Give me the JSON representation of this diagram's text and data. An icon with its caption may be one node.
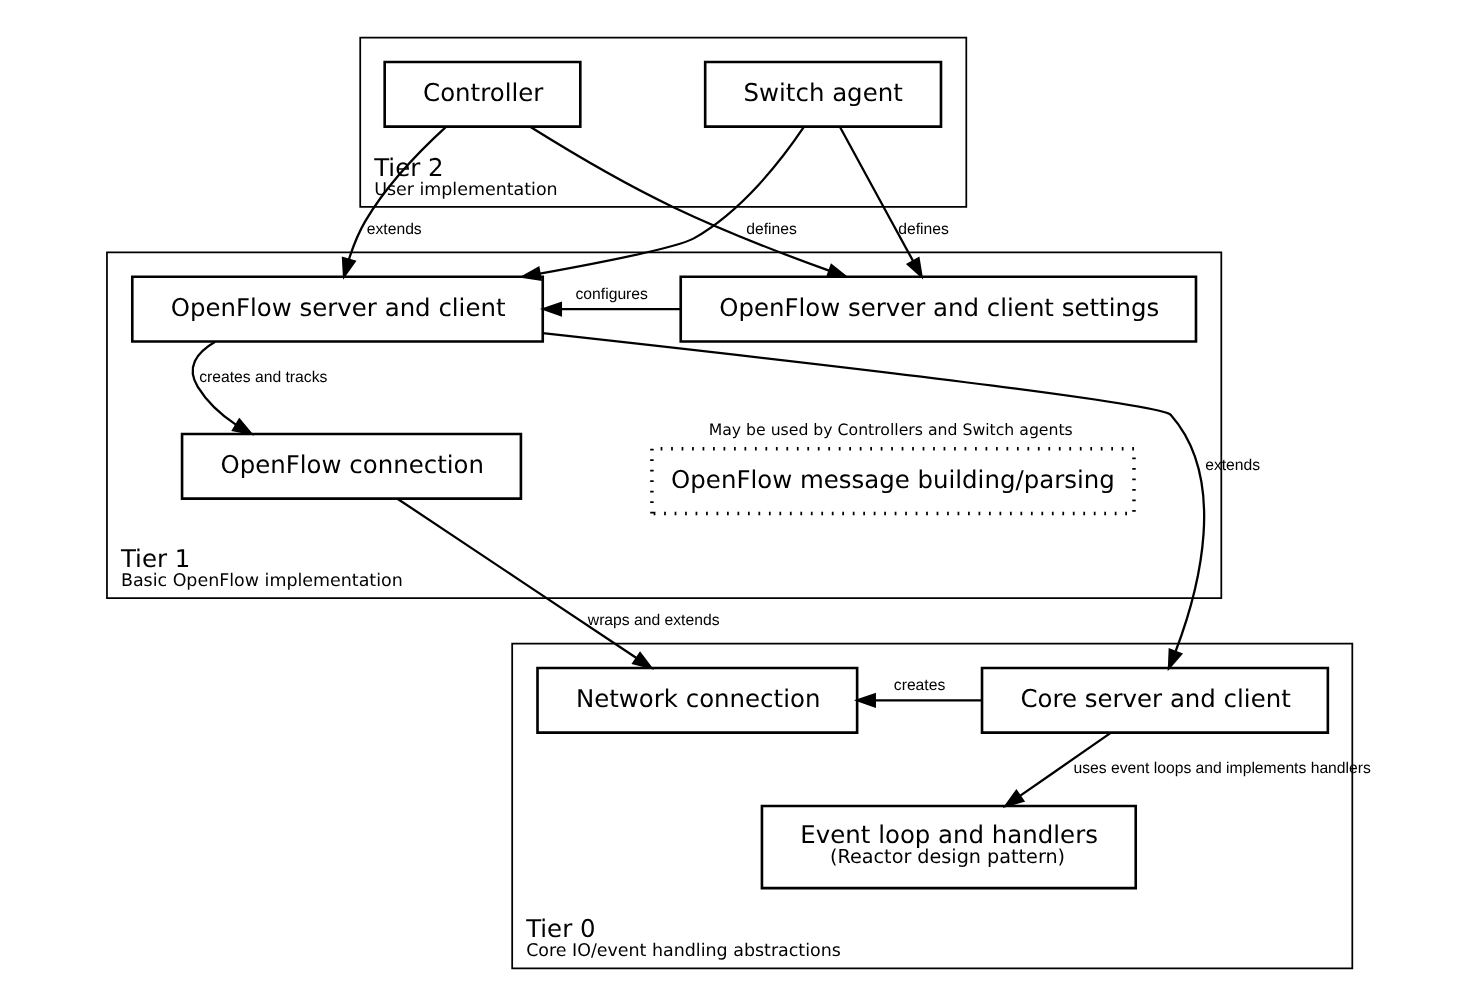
{
  "diagram": {
    "nodes": [
      {
        "text": [
          "Tier 2",
          "User implementation"
        ]
      },
      {
        "text": [
          "Controller"
        ],
        "in": 0
      },
      {
        "text": [
          "Switch agent"
        ],
        "in": 0
      },
      {
        "text": [
          "Tier 1",
          "Basic OpenFlow implementation"
        ]
      },
      {
        "text": [
          "OpenFlow server and client"
        ],
        "in": 3
      },
      {
        "text": [
          "OpenFlow server and client settings"
        ],
        "in": 3
      },
      {
        "text": [
          "OpenFlow connection"
        ],
        "in": 3
      },
      {
        "text": [
          "OpenFlow message building/parsing"
        ],
        "in": 3,
        "beside": [
          "May be used by Controllers and Switch agents"
        ]
      },
      {
        "text": [
          "Tier 0",
          "Core IO/event handling abstractions"
        ]
      },
      {
        "text": [
          "Core server and client"
        ],
        "in": 8
      },
      {
        "text": [
          "Network connection"
        ],
        "in": 8
      },
      {
        "text": [
          "Event loop and handlers",
          "(Reactor design pattern)"
        ],
        "in": 8
      }
    ],
    "edges": [
      {
        "from": 1,
        "to": 5,
        "arrow": "to",
        "label": "defines"
      },
      {
        "from": 2,
        "to": 5,
        "arrow": "to",
        "label": "defines"
      },
      {
        "from": 1,
        "to": 4,
        "arrow": "to",
        "label": "extends"
      },
      {
        "from": 2,
        "to": 4,
        "arrow": "to"
      },
      {
        "from": 5,
        "to": 4,
        "arrow": "to",
        "label": "configures"
      },
      {
        "from": 4,
        "to": 6,
        "arrow": "to",
        "label": "creates and tracks"
      },
      {
        "from": 4,
        "to": 9,
        "arrow": "to",
        "label": "extends"
      },
      {
        "from": 6,
        "to": 10,
        "arrow": "to",
        "label": "wraps and extends"
      },
      {
        "from": 9,
        "to": 10,
        "arrow": "to",
        "label": "creates"
      },
      {
        "from": 9,
        "to": 11,
        "arrow": "to",
        "label": "uses event loops and implements handlers"
      }
    ]
  }
}
